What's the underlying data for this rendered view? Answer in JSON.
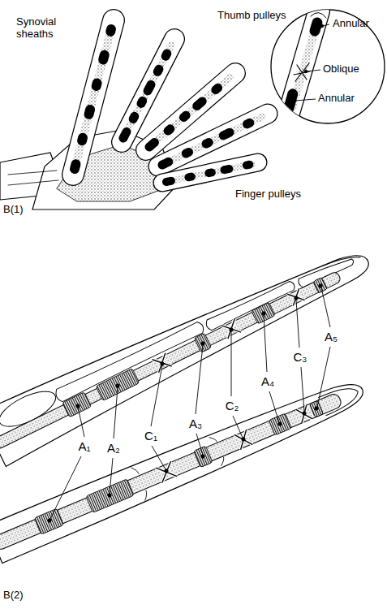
{
  "diagram": {
    "labels": [
      "Synovial sheaths",
      "Thumb pulleys",
      "Annular",
      "Oblique",
      "Annular",
      "Finger pulleys",
      "B(1)",
      "A₁",
      "A₂",
      "C₁",
      "A₃",
      "C₂",
      "A₄",
      "C₃",
      "A₅",
      "B(2)"
    ]
  }
}
